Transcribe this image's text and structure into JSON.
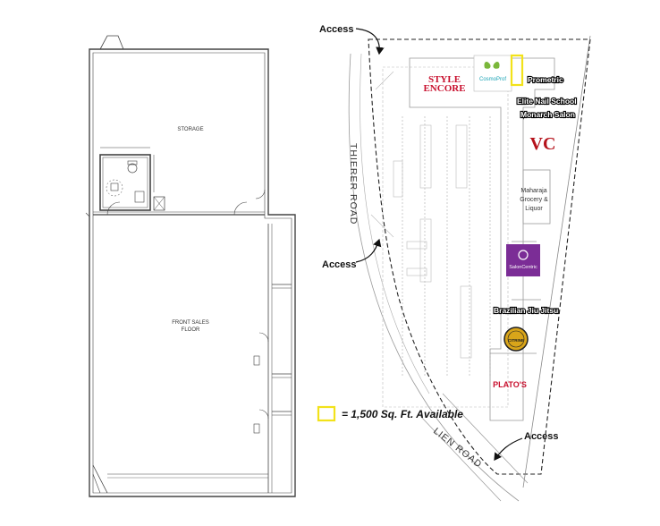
{
  "floor_plan": {
    "room_labels": {
      "storage": "STORAGE",
      "front_sales_line1": "FRONT SALES",
      "front_sales_line2": "FLOOR"
    }
  },
  "site_plan": {
    "access_labels": [
      "Access",
      "Access",
      "Access"
    ],
    "roads": {
      "west": "THIERER ROAD",
      "south": "LIEN ROAD"
    },
    "tenants": {
      "style_encore_line1": "STYLE",
      "style_encore_line2": "ENCORE",
      "cosmoprof": "CosmoProf",
      "prometric": "Prometric",
      "elite_nail": "Elite Nail School",
      "monarch": "Monarch Salon",
      "vc_logo": "VC",
      "maharaja_line1": "Maharaja",
      "maharaja_line2": "Grocery &",
      "maharaja_line3": "Liquor",
      "salon_centric": "SalonCentric",
      "brazilian": "Brazilian Jiu Jitsu",
      "citrine_logo": "CITRINE",
      "platos": "PLATO'S"
    },
    "legend_text": "= 1,500 Sq. Ft. Available"
  },
  "colors": {
    "available_highlight": "#f2e21a",
    "style_encore_red": "#c8102e",
    "cosmoprof_teal": "#1aa3b5",
    "salon_centric_purple": "#7b2d96",
    "vc_red": "#b5121b",
    "citrine_gold": "#d9a51a",
    "line_gray": "#555555"
  }
}
